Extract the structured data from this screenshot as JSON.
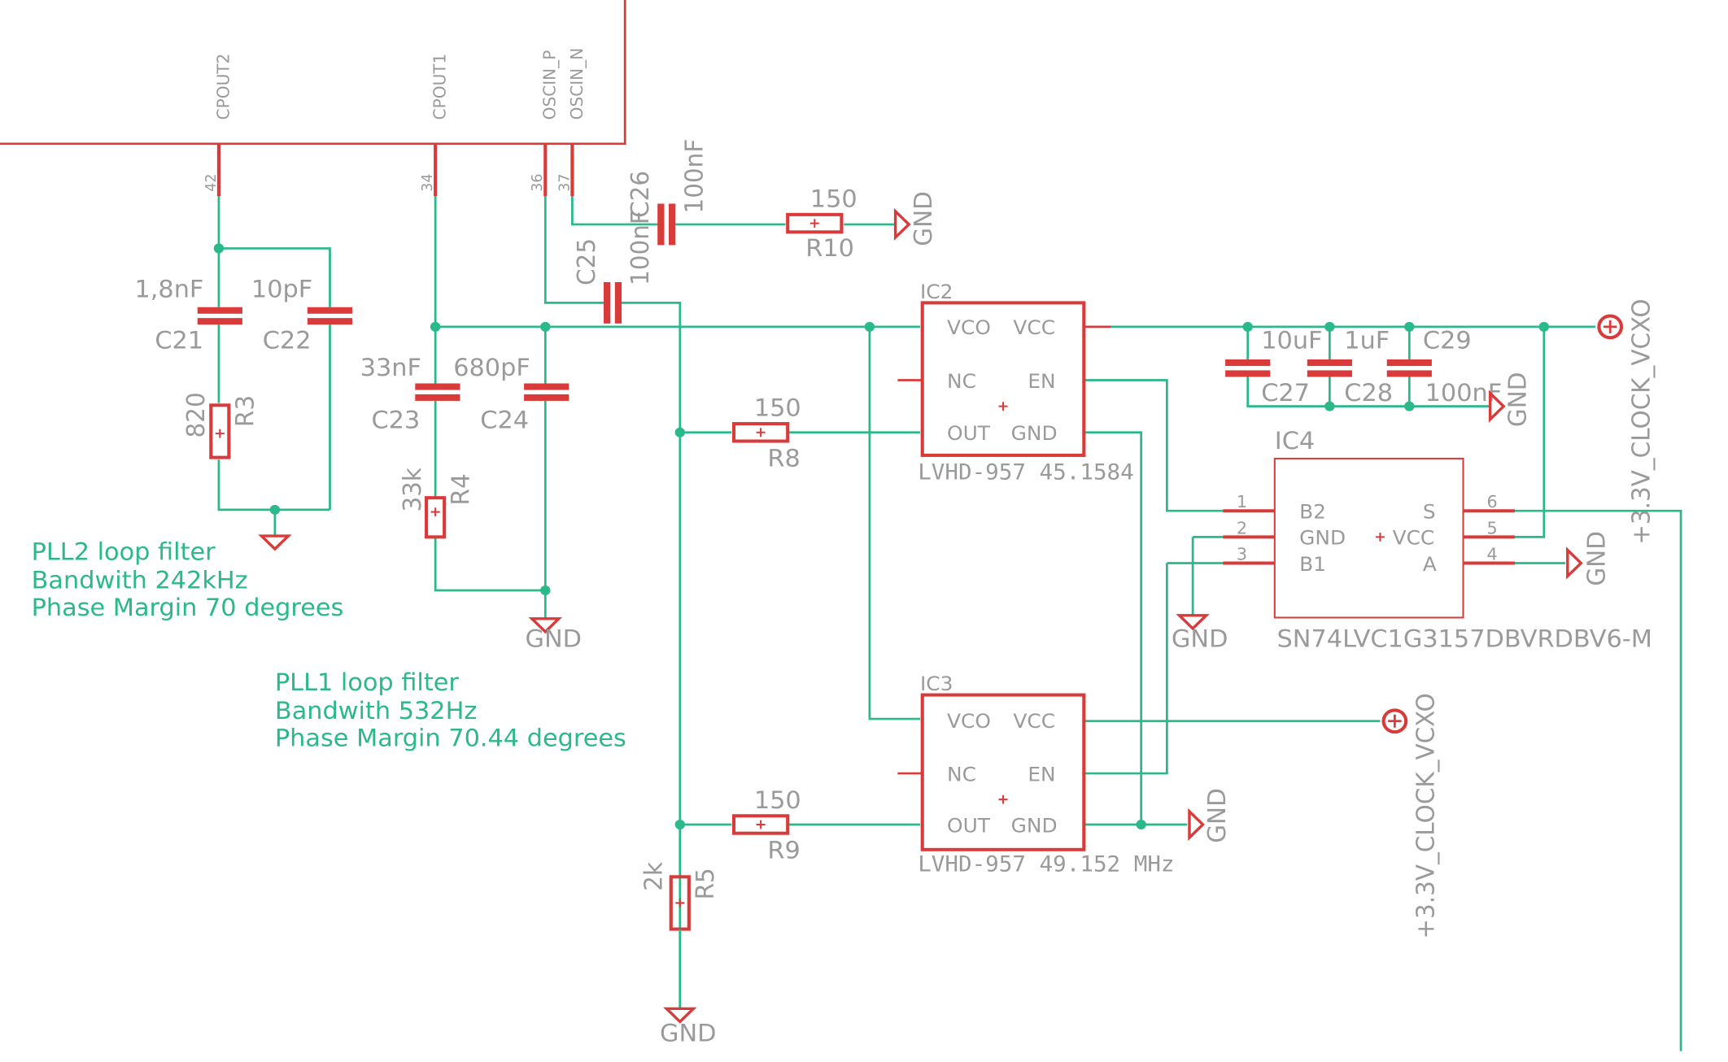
{
  "colors": {
    "wire": "#2bb88a",
    "component": "#d93a3a",
    "label": "#9a9a9a",
    "background": "#ffffff"
  },
  "main_ic": {
    "pin_names": {
      "cpout2": "CPOUT2",
      "cpout1": "CPOUT1",
      "oscin_p": "OSCIN_P",
      "oscin_n": "OSCIN_N"
    },
    "pin_numbers": {
      "cpout2": "42",
      "cpout1": "34",
      "oscin_p": "36",
      "oscin_n": "37"
    }
  },
  "components": {
    "c21": {
      "name": "C21",
      "value": "1,8nF"
    },
    "c22": {
      "name": "C22",
      "value": "10pF"
    },
    "r3": {
      "name": "R3",
      "value": "820"
    },
    "c23": {
      "name": "C23",
      "value": "33nF"
    },
    "c24": {
      "name": "C24",
      "value": "680pF"
    },
    "r4": {
      "name": "R4",
      "value": "33k"
    },
    "c25": {
      "name": "C25",
      "value": "100nF"
    },
    "c26": {
      "name": "C26",
      "value": "100nF"
    },
    "r10": {
      "name": "R10",
      "value": "150"
    },
    "r8": {
      "name": "R8",
      "value": "150"
    },
    "r9": {
      "name": "R9",
      "value": "150"
    },
    "r5": {
      "name": "R5",
      "value": "2k"
    },
    "c27": {
      "name": "C27",
      "value": "10uF"
    },
    "c28": {
      "name": "C28",
      "value": "1uF"
    },
    "c29": {
      "name": "C29",
      "value": "100nF"
    }
  },
  "ic2": {
    "name": "IC2",
    "value": "LVHD-957 45.1584",
    "pins": {
      "vco": "VCO",
      "vcc": "VCC",
      "nc": "NC",
      "en": "EN",
      "out": "OUT",
      "gnd": "GND"
    }
  },
  "ic3": {
    "name": "IC3",
    "value": "LVHD-957 49.152 MHz",
    "pins": {
      "vco": "VCO",
      "vcc": "VCC",
      "nc": "NC",
      "en": "EN",
      "out": "OUT",
      "gnd": "GND"
    }
  },
  "ic4": {
    "name": "IC4",
    "value": "SN74LVC1G3157DBVRDBV6-M",
    "pins": {
      "b2": "B2",
      "gnd": "GND",
      "b1": "B1",
      "s": "S",
      "vcc": "VCC",
      "a": "A"
    },
    "pin_numbers": {
      "b2": "1",
      "gnd": "2",
      "b1": "3",
      "s": "6",
      "vcc": "5",
      "a": "4"
    }
  },
  "supplies": {
    "gnd": "GND",
    "vcxo": "+3.3V_CLOCK_VCXO"
  },
  "notes": {
    "pll2": [
      "PLL2 loop filter",
      "Bandwith 242kHz",
      "Phase Margin 70 degrees"
    ],
    "pll1": [
      "PLL1 loop filter",
      "Bandwith 532Hz",
      "Phase Margin 70.44 degrees"
    ]
  }
}
